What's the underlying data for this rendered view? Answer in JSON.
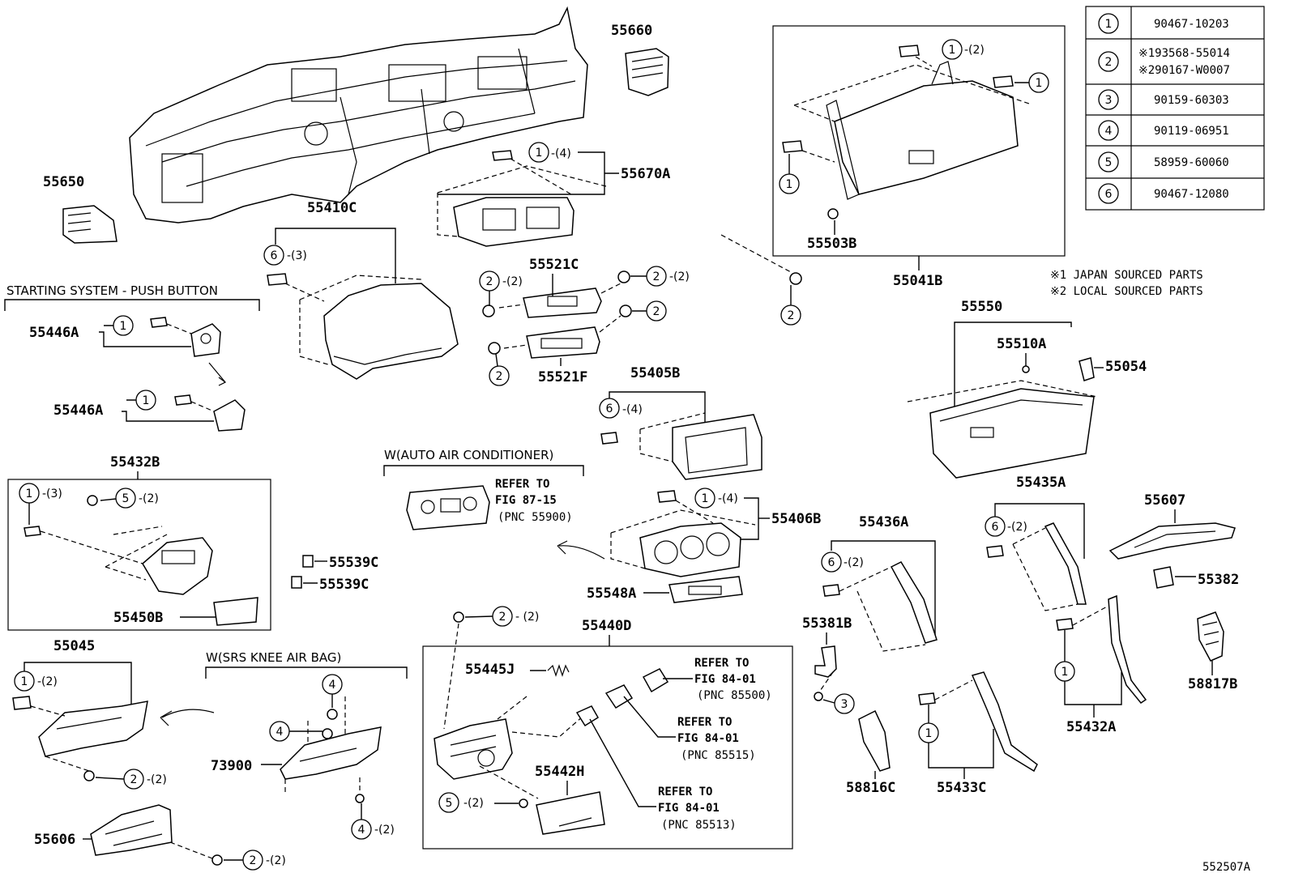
{
  "diagram_ref": "552507A",
  "notes": {
    "japan": "※1 JAPAN SOURCED PARTS",
    "local": "※2 LOCAL SOURCED PARTS"
  },
  "legend": [
    {
      "num": "1",
      "parts": [
        "90467-10203"
      ]
    },
    {
      "num": "2",
      "parts": [
        "※193568-55014",
        "※290167-W0007"
      ]
    },
    {
      "num": "3",
      "parts": [
        "90159-60303"
      ]
    },
    {
      "num": "4",
      "parts": [
        "90119-06951"
      ]
    },
    {
      "num": "5",
      "parts": [
        "58959-60060"
      ]
    },
    {
      "num": "6",
      "parts": [
        "90467-12080"
      ]
    }
  ],
  "sections": {
    "push_button": "STARTING SYSTEM - PUSH BUTTON",
    "auto_ac": "W(AUTO AIR CONDITIONER)",
    "srs": "W(SRS KNEE AIR BAG)"
  },
  "references": {
    "ac": [
      "REFER TO",
      "FIG 87-15",
      "(PNC 55900)"
    ],
    "r85500": [
      "REFER TO",
      "FIG 84-01",
      "(PNC 85500)"
    ],
    "r85515": [
      "REFER TO",
      "FIG 84-01",
      "(PNC 85515)"
    ],
    "r85513": [
      "REFER TO",
      "FIG 84-01",
      "(PNC 85513)"
    ]
  },
  "parts": {
    "p55660": "55660",
    "p55650": "55650",
    "p55670A": "55670A",
    "p55410C": "55410C",
    "p55521C": "55521C",
    "p55521F": "55521F",
    "p55446A_1": "55446A",
    "p55446A_2": "55446A",
    "p55432B": "55432B",
    "p55450B": "55450B",
    "p55539C_1": "55539C",
    "p55539C_2": "55539C",
    "p55405B": "55405B",
    "p55406B": "55406B",
    "p55548A": "55548A",
    "p55503B": "55503B",
    "p55041B": "55041B",
    "p55550": "55550",
    "p55510A": "55510A",
    "p55054": "55054",
    "p55435A": "55435A",
    "p55607": "55607",
    "p55382": "55382",
    "p55436A": "55436A",
    "p55381B": "55381B",
    "p58817B": "58817B",
    "p55432A": "55432A",
    "p55045": "55045",
    "p73900": "73900",
    "p55606": "55606",
    "p55440D": "55440D",
    "p55445J": "55445J",
    "p55442H": "55442H",
    "p58816C": "58816C",
    "p55433C": "55433C"
  },
  "callouts": [
    {
      "id": "c1",
      "num": "1",
      "qty": "-(4)"
    },
    {
      "id": "c2",
      "num": "6",
      "qty": "-(3)"
    },
    {
      "id": "c3",
      "num": "2",
      "qty": "-(2)"
    },
    {
      "id": "c4",
      "num": "2",
      "qty": "-(2)"
    },
    {
      "id": "c5",
      "num": "2",
      "qty": ""
    },
    {
      "id": "c6",
      "num": "2",
      "qty": ""
    },
    {
      "id": "c7",
      "num": "1",
      "qty": ""
    },
    {
      "id": "c8",
      "num": "1",
      "qty": ""
    },
    {
      "id": "c9",
      "num": "1",
      "qty": "-(3)"
    },
    {
      "id": "c10",
      "num": "5",
      "qty": "-(2)"
    },
    {
      "id": "c11",
      "num": "6",
      "qty": "-(4)"
    },
    {
      "id": "c12",
      "num": "1",
      "qty": "-(4)"
    },
    {
      "id": "c13",
      "num": "1",
      "qty": "-(2)"
    },
    {
      "id": "c14",
      "num": "1",
      "qty": ""
    },
    {
      "id": "c15",
      "num": "1",
      "qty": ""
    },
    {
      "id": "c16",
      "num": "2",
      "qty": ""
    },
    {
      "id": "c17",
      "num": "6",
      "qty": "-(2)"
    },
    {
      "id": "c18",
      "num": "6",
      "qty": "-(2)"
    },
    {
      "id": "c19",
      "num": "3",
      "qty": ""
    },
    {
      "id": "c20",
      "num": "1",
      "qty": ""
    },
    {
      "id": "c21",
      "num": "1",
      "qty": ""
    },
    {
      "id": "c22",
      "num": "1",
      "qty": "-(2)"
    },
    {
      "id": "c23",
      "num": "2",
      "qty": "-(2)"
    },
    {
      "id": "c24",
      "num": "4",
      "qty": ""
    },
    {
      "id": "c25",
      "num": "4",
      "qty": ""
    },
    {
      "id": "c26",
      "num": "4",
      "qty": "-(2)"
    },
    {
      "id": "c27",
      "num": "2",
      "qty": "-(2)"
    },
    {
      "id": "c28",
      "num": "2",
      "qty": "- (2)"
    },
    {
      "id": "c29",
      "num": "5",
      "qty": "-(2)"
    }
  ]
}
